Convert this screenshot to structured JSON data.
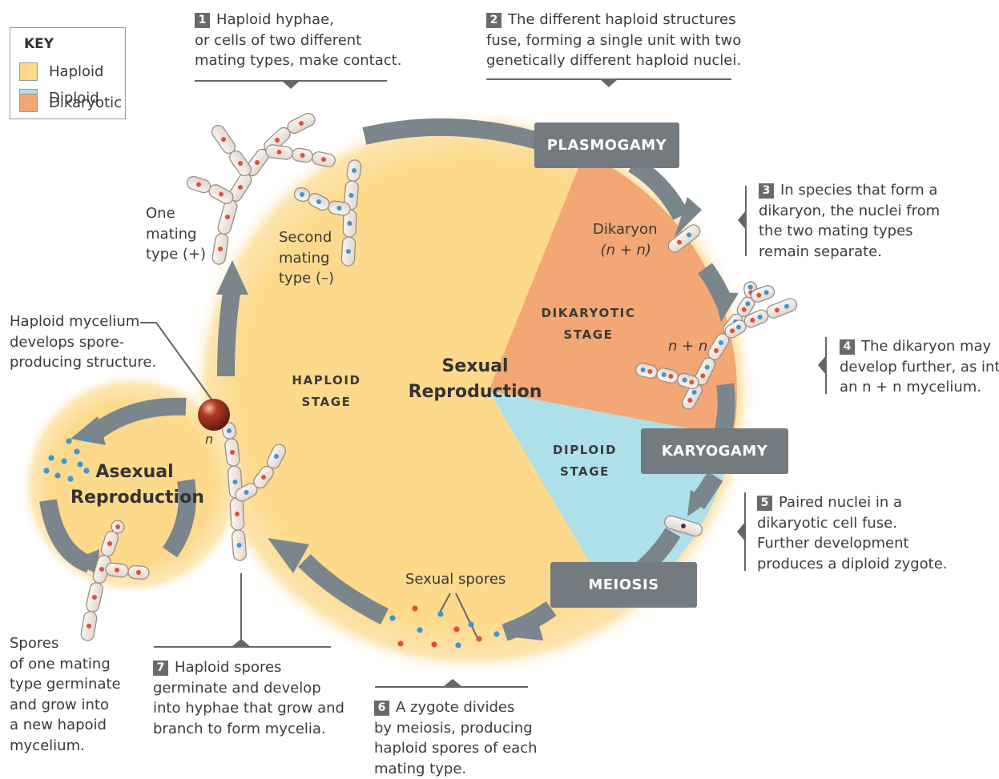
{
  "key": {
    "title": "KEY",
    "items": [
      {
        "label": "Haploid",
        "color": "#fdd98b"
      },
      {
        "label": "Diploid",
        "color": "#aee0ea"
      },
      {
        "label": "Dikaryotic",
        "color": "#f2a774"
      }
    ]
  },
  "steps": {
    "s1": {
      "num": "1",
      "line1": "Haploid hyphae,",
      "line2": "or cells of two different",
      "line3": "mating types, make contact."
    },
    "s2": {
      "num": "2",
      "line1": "The different haploid structures",
      "line2": "fuse, forming a single unit with two",
      "line3": "genetically different haploid nuclei."
    },
    "s3": {
      "num": "3",
      "line1": "In species that form a",
      "line2": "dikaryon, the nuclei from",
      "line3": "the two mating types",
      "line4": "remain separate."
    },
    "s4": {
      "num": "4",
      "line1": "The dikaryon may",
      "line2": "develop further, as into",
      "line3": "an n + n mycelium."
    },
    "s5": {
      "num": "5",
      "line1": "Paired nuclei in a",
      "line2": "dikaryotic cell fuse.",
      "line3": "Further development",
      "line4": "produces a diploid zygote."
    },
    "s6": {
      "num": "6",
      "line1": "A zygote divides",
      "line2": "by meiosis, producing",
      "line3": "haploid spores of each",
      "line4": "mating type."
    },
    "s7": {
      "num": "7",
      "line1": "Haploid spores",
      "line2": "germinate and develop",
      "line3": "into hyphae that grow and",
      "line4": "branch to form mycelia."
    }
  },
  "processes": {
    "plasmogamy": "PLASMOGAMY",
    "karyogamy": "KARYOGAMY",
    "meiosis": "MEIOSIS"
  },
  "stages": {
    "haploid": {
      "l1": "HAPLOID",
      "l2": "STAGE"
    },
    "dikaryotic": {
      "l1": "DIKARYOTIC",
      "l2": "STAGE"
    },
    "diploid": {
      "l1": "DIPLOID",
      "l2": "STAGE"
    }
  },
  "center": {
    "sexual_l1": "Sexual",
    "sexual_l2": "Reproduction",
    "asexual_l1": "Asexual",
    "asexual_l2": "Reproduction"
  },
  "labels": {
    "one_mating": {
      "l1": "One",
      "l2": "mating",
      "l3": "type (+)"
    },
    "second_mating": {
      "l1": "Second",
      "l2": "mating",
      "l3": "type (–)"
    },
    "dikaryon": {
      "l1": "Dikaryon",
      "l2": "(n + n)"
    },
    "n_plus_n": "n + n",
    "n": "n",
    "haploid_mycelium": {
      "l1": "Haploid mycelium",
      "l2": "develops spore-",
      "l3": "producing structure."
    },
    "sexual_spores": "Sexual spores",
    "spores_germinate": {
      "l1": "Spores",
      "l2": "of one mating",
      "l3": "type germinate",
      "l4": "and grow into",
      "l5": "a new hapoid",
      "l6": "mycelium."
    }
  },
  "colors": {
    "arrow": "#7b858c",
    "box": "#737b81",
    "red_nucleus": "#e0513b",
    "blue_nucleus": "#3f96d3",
    "line": "#666666"
  }
}
